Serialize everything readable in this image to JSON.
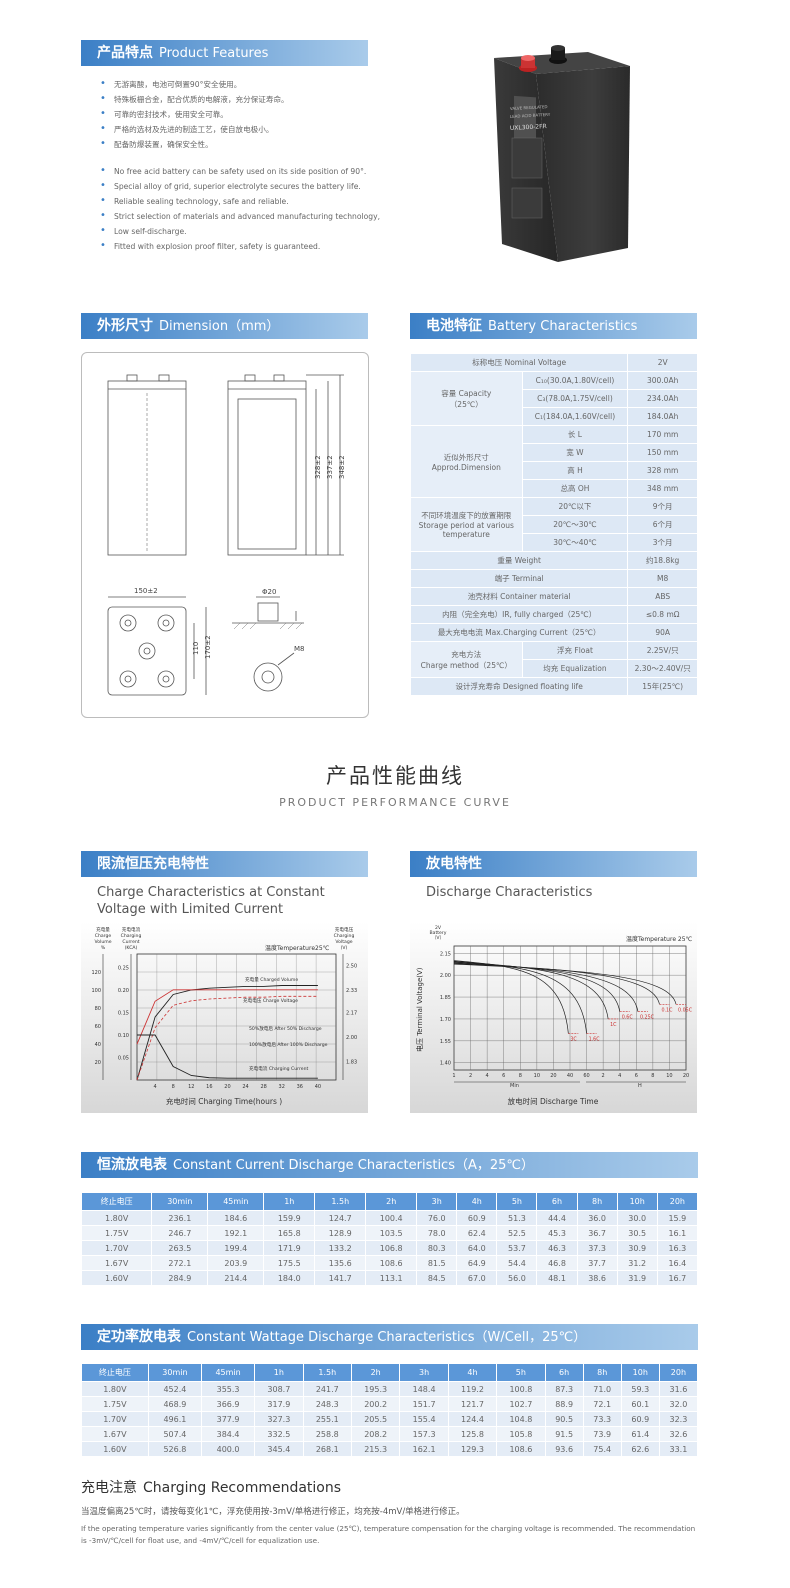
{
  "features": {
    "header_cn": "产品特点",
    "header_en": "Product Features",
    "bullets_cn": [
      "无游离酸，电池可倒置90°安全使用。",
      "特殊板栅合金，配合优质的电解液，充分保证寿命。",
      "可靠的密封技术，使用安全可靠。",
      "严格的选材及先进的制造工艺，使自放电极小。",
      "配备防爆装置，确保安全性。"
    ],
    "bullets_en": [
      "No free acid battery can be safety used on its side position of 90°.",
      "Special alloy of grid, superior electrolyte secures the battery life.",
      "Reliable sealing technology, safe and reliable.",
      "Strict selection of materials and advanced manufacturing technology,",
      "Low self-discharge.",
      "Fitted with explosion proof filter, safety is guaranteed."
    ]
  },
  "battery_label": "UXL300-2FR",
  "dimension": {
    "header_cn": "外形尺寸",
    "header_en": "Dimension（mm）",
    "labels": {
      "h1": "328±2",
      "h2": "337±2",
      "h3": "348±2",
      "w": "150±2",
      "d1": "110",
      "d2": "170±2",
      "phi": "Φ20",
      "m": "M8"
    }
  },
  "characteristics": {
    "header_cn": "电池特征",
    "header_en": "Battery Characteristics",
    "nominal_voltage": {
      "label": "标称电压 Nominal Voltage",
      "value": "2V"
    },
    "capacity": {
      "label_cn": "容量 Capacity",
      "label_temp": "（25℃）",
      "rows": [
        [
          "C₁₀(30.0A,1.80V/cell)",
          "300.0Ah"
        ],
        [
          "C₃(78.0A,1.75V/cell)",
          "234.0Ah"
        ],
        [
          "C₁(184.0A,1.60V/cell)",
          "184.0Ah"
        ]
      ]
    },
    "dimension": {
      "label_cn": "近似外形尺寸",
      "label_en": "Approd.Dimension",
      "rows": [
        [
          "长 L",
          "170 mm"
        ],
        [
          "宽 W",
          "150 mm"
        ],
        [
          "高 H",
          "328 mm"
        ],
        [
          "总高 OH",
          "348 mm"
        ]
      ]
    },
    "storage": {
      "label_cn": "不同环境温度下的放置期限",
      "label_en": "Storage period at various temperature",
      "rows": [
        [
          "20℃以下",
          "9个月"
        ],
        [
          "20℃～30℃",
          "6个月"
        ],
        [
          "30℃～40℃",
          "3个月"
        ]
      ]
    },
    "weight": {
      "label": "重量 Weight",
      "value": "约18.8kg"
    },
    "terminal": {
      "label": "端子 Terminal",
      "value": "M8"
    },
    "container": {
      "label": "池壳材料 Container material",
      "value": "ABS"
    },
    "resistance": {
      "label": "内阻（完全充电）IR, fully charged（25℃）",
      "value": "≤0.8 mΩ"
    },
    "max_current": {
      "label": "最大充电电流 Max.Charging Current（25℃）",
      "value": "90A"
    },
    "charge_method": {
      "label_cn": "充电方法",
      "label_en": "Charge method（25℃）",
      "rows": [
        [
          "浮充 Float",
          "2.25V/只"
        ],
        [
          "均充 Equalization",
          "2.30～2.40V/只"
        ]
      ]
    },
    "life": {
      "label": "设计浮充寿命 Designed floating life",
      "value": "15年(25℃)"
    }
  },
  "performance": {
    "title_cn": "产品性能曲线",
    "title_en": "PRODUCT PERFORMANCE CURVE"
  },
  "charge_chart": {
    "header_cn": "限流恒压充电特性",
    "subtitle": "Charge Characteristics at Constant Voltage with Limited Current",
    "y1_title": [
      "充电量",
      "Charge",
      "Volume",
      "%"
    ],
    "y2_title": [
      "充电电流",
      "Charging",
      "Current",
      "(KCA)"
    ],
    "y3_title": [
      "充电电压",
      "Charging",
      "Voltage",
      "(V)"
    ],
    "temp": "温度Temperature25℃",
    "xlabel": "充电时间 Charging Time(hours )",
    "legend": [
      "充电量 Charged Volume",
      "充电电压 Charge Voltage",
      "50%放电后 After 50% Discharge",
      "100%放电后 After 100% Discharge",
      "充电电流 Charging Current"
    ],
    "chart_data": {
      "type": "line",
      "x": [
        0,
        4,
        8,
        12,
        16,
        20,
        24,
        28,
        32,
        36,
        40
      ],
      "xticks": [
        "4",
        "8",
        "12",
        "16",
        "20",
        "24",
        "28",
        "32",
        "36",
        "40"
      ],
      "y1ticks": [
        "20",
        "40",
        "60",
        "80",
        "100",
        "120"
      ],
      "y2ticks": [
        "0.05",
        "0.10",
        "0.15",
        "0.20",
        "0.25"
      ],
      "y3ticks": [
        "1.83",
        "2.00",
        "2.17",
        "2.33",
        "2.50"
      ],
      "series": [
        {
          "name": "充电量 Charged Volume",
          "values": [
            0,
            70,
            95,
            100,
            102,
            103,
            104,
            104,
            105,
            105,
            105
          ]
        },
        {
          "name": "充电电压 Charge Voltage",
          "values": [
            1.95,
            2.25,
            2.33,
            2.33,
            2.33,
            2.33,
            2.33,
            2.33,
            2.33,
            2.33,
            2.33
          ]
        },
        {
          "name": "充电电流 Charging Current",
          "values": [
            0.1,
            0.1,
            0.03,
            0.01,
            0.005,
            0.004,
            0.004,
            0.004,
            0.004,
            0.004,
            0.004
          ]
        }
      ]
    }
  },
  "discharge_chart": {
    "header_cn": "放电特性",
    "subtitle": "Discharge Characteristics",
    "ytitle": "电压 Terminal Voltage(V)",
    "ytop": [
      "2V",
      "Battery",
      "（V）"
    ],
    "temp": "温度Temperature 25℃",
    "xlabel": "放电时间 Discharge Time",
    "min_label": "Min",
    "h_label": "H",
    "curve_labels": [
      "3C",
      "1.6C",
      "1C",
      "0.6C",
      "0.25C",
      "0.1C",
      "0.05C"
    ],
    "chart_data": {
      "type": "line",
      "yticks": [
        "1.40",
        "1.55",
        "1.70",
        "1.85",
        "2.00",
        "2.15"
      ],
      "xticks": [
        "1",
        "2",
        "4",
        "6",
        "8",
        "10",
        "20",
        "40",
        "60",
        "2",
        "4",
        "6",
        "8",
        "10",
        "20"
      ],
      "series": [
        {
          "name": "3C",
          "end_voltage": 1.6
        },
        {
          "name": "1.6C",
          "end_voltage": 1.6
        },
        {
          "name": "1C",
          "end_voltage": 1.7
        },
        {
          "name": "0.6C",
          "end_voltage": 1.75
        },
        {
          "name": "0.25C",
          "end_voltage": 1.75
        },
        {
          "name": "0.1C",
          "end_voltage": 1.8
        },
        {
          "name": "0.05C",
          "end_voltage": 1.8
        }
      ]
    }
  },
  "cc_table": {
    "header_cn": "恒流放电表",
    "header_en": "Constant Current Discharge Characteristics（A，25℃）",
    "columns": [
      "终止电压",
      "30min",
      "45min",
      "1h",
      "1.5h",
      "2h",
      "3h",
      "4h",
      "5h",
      "6h",
      "8h",
      "10h",
      "20h"
    ],
    "rows": [
      [
        "1.80V",
        "236.1",
        "184.6",
        "159.9",
        "124.7",
        "100.4",
        "76.0",
        "60.9",
        "51.3",
        "44.4",
        "36.0",
        "30.0",
        "15.9"
      ],
      [
        "1.75V",
        "246.7",
        "192.1",
        "165.8",
        "128.9",
        "103.5",
        "78.0",
        "62.4",
        "52.5",
        "45.3",
        "36.7",
        "30.5",
        "16.1"
      ],
      [
        "1.70V",
        "263.5",
        "199.4",
        "171.9",
        "133.2",
        "106.8",
        "80.3",
        "64.0",
        "53.7",
        "46.3",
        "37.3",
        "30.9",
        "16.3"
      ],
      [
        "1.67V",
        "272.1",
        "203.9",
        "175.5",
        "135.6",
        "108.6",
        "81.5",
        "64.9",
        "54.4",
        "46.8",
        "37.7",
        "31.2",
        "16.4"
      ],
      [
        "1.60V",
        "284.9",
        "214.4",
        "184.0",
        "141.7",
        "113.1",
        "84.5",
        "67.0",
        "56.0",
        "48.1",
        "38.6",
        "31.9",
        "16.7"
      ]
    ]
  },
  "cw_table": {
    "header_cn": "定功率放电表",
    "header_en": "Constant Wattage Discharge Characteristics（W/Cell，25℃）",
    "columns": [
      "终止电压",
      "30min",
      "45min",
      "1h",
      "1.5h",
      "2h",
      "3h",
      "4h",
      "5h",
      "6h",
      "8h",
      "10h",
      "20h"
    ],
    "rows": [
      [
        "1.80V",
        "452.4",
        "355.3",
        "308.7",
        "241.7",
        "195.3",
        "148.4",
        "119.2",
        "100.8",
        "87.3",
        "71.0",
        "59.3",
        "31.6"
      ],
      [
        "1.75V",
        "468.9",
        "366.9",
        "317.9",
        "248.3",
        "200.2",
        "151.7",
        "121.7",
        "102.7",
        "88.9",
        "72.1",
        "60.1",
        "32.0"
      ],
      [
        "1.70V",
        "496.1",
        "377.9",
        "327.3",
        "255.1",
        "205.5",
        "155.4",
        "124.4",
        "104.8",
        "90.5",
        "73.3",
        "60.9",
        "32.3"
      ],
      [
        "1.67V",
        "507.4",
        "384.4",
        "332.5",
        "258.8",
        "208.2",
        "157.3",
        "125.8",
        "105.8",
        "91.5",
        "73.9",
        "61.4",
        "32.6"
      ],
      [
        "1.60V",
        "526.8",
        "400.0",
        "345.4",
        "268.1",
        "215.3",
        "162.1",
        "129.3",
        "108.6",
        "93.6",
        "75.4",
        "62.6",
        "33.1"
      ]
    ]
  },
  "recommend": {
    "title_cn": "充电注意",
    "title_en": "Charging Recommendations",
    "text_cn": "当温度偏离25℃时，请按每变化1℃，浮充使用按-3mV/单格进行修正，均充按-4mV/单格进行修正。",
    "text_en": "If the operating temperature varies significantly from the center value (25℃), temperature compensation for the charging voltage is recommended. The recommendation is -3mV/℃/cell for float use, and -4mV/℃/cell for equalization use."
  }
}
